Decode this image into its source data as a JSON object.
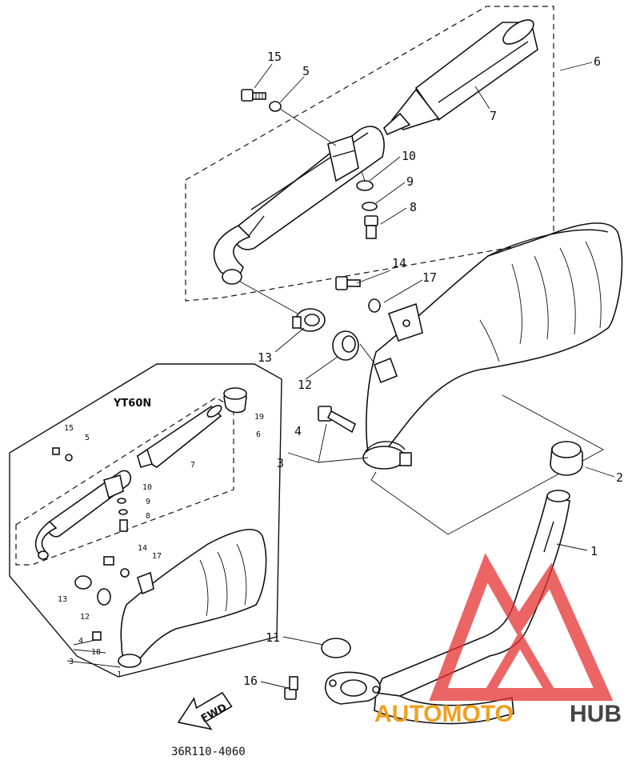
{
  "main_labels": [
    "15",
    "5",
    "6",
    "7",
    "10",
    "9",
    "8",
    "14",
    "17",
    "13",
    "12",
    "4",
    "3",
    "2",
    "1",
    "11",
    "16"
  ],
  "inset": {
    "title": "YT60N",
    "labels": [
      "15",
      "5",
      "19",
      "6",
      "7",
      "10",
      "9",
      "8",
      "14",
      "17",
      "13",
      "12",
      "4",
      "18",
      "3",
      "1"
    ]
  },
  "fwd_label": "FWD",
  "diagram_code": "36R110-4060",
  "watermark": {
    "part1": "AUTOMOTO",
    "part2": "HUB",
    "color1": "#f0a020",
    "color2": "#444444",
    "logo_color": "#e63232"
  }
}
